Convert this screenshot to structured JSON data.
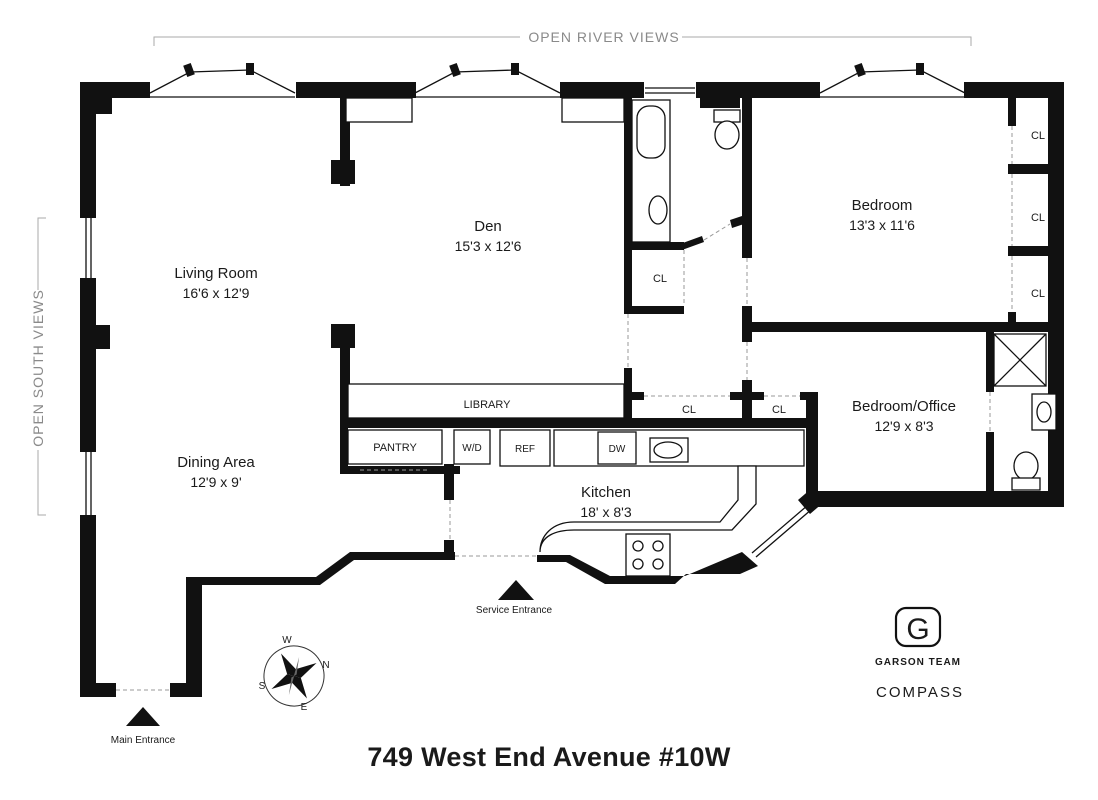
{
  "views": {
    "river": "OPEN RIVER VIEWS",
    "south": "OPEN SOUTH VIEWS"
  },
  "rooms": {
    "living": {
      "name": "Living Room",
      "dim": "16'6 x 12'9"
    },
    "den": {
      "name": "Den",
      "dim": "15'3 x 12'6"
    },
    "dining": {
      "name": "Dining Area",
      "dim": "12'9 x 9'"
    },
    "kitchen": {
      "name": "Kitchen",
      "dim": "18' x 8'3"
    },
    "bedroom": {
      "name": "Bedroom",
      "dim": "13'3 x 11'6"
    },
    "office": {
      "name": "Bedroom/Office",
      "dim": "12'9 x 8'3"
    }
  },
  "labels": {
    "library": "LIBRARY",
    "pantry": "PANTRY",
    "wd": "W/D",
    "ref": "REF",
    "dw": "DW",
    "closet": "CL",
    "service_entrance": "Service Entrance",
    "main_entrance": "Main Entrance"
  },
  "compass": {
    "n": "N",
    "s": "S",
    "e": "E",
    "w": "W"
  },
  "brand": {
    "team": "GARSON TEAM",
    "company": "COMPASS",
    "monogram": "G"
  },
  "address": "749 West End Avenue #10W"
}
